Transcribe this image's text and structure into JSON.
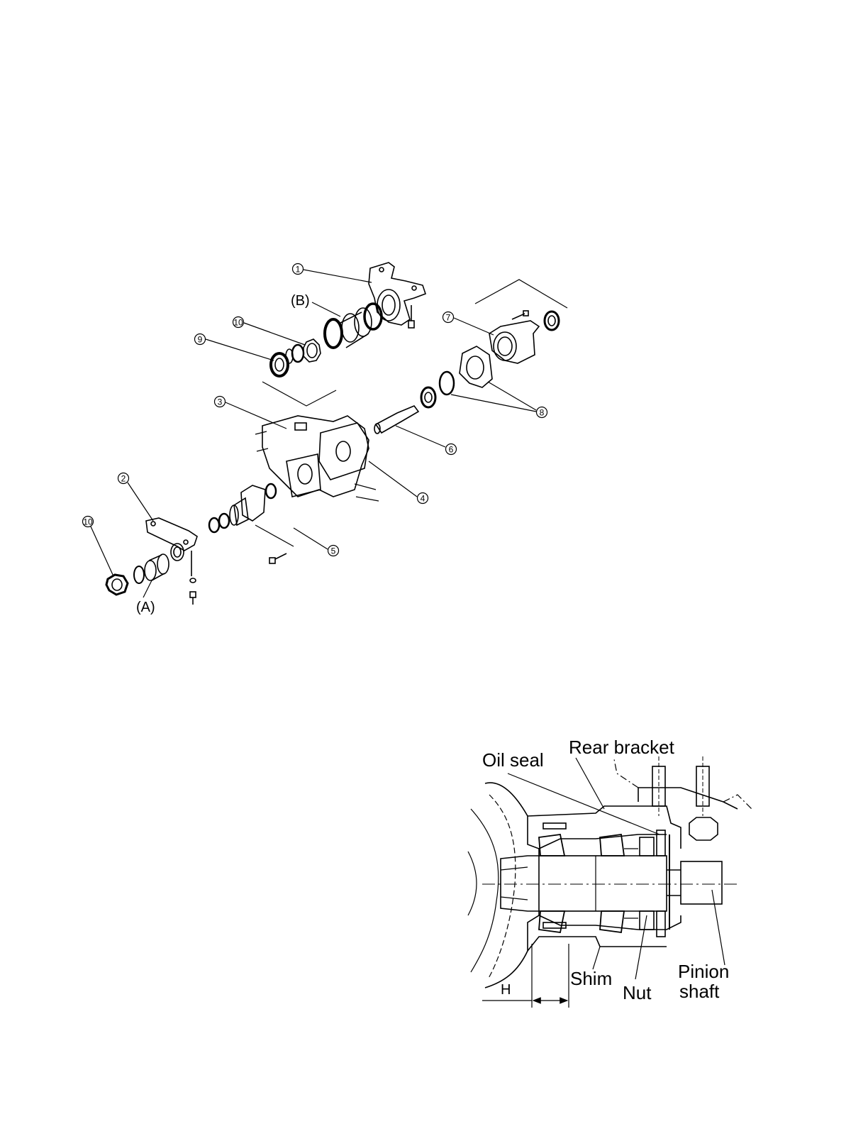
{
  "exploded_view": {
    "callouts": {
      "p1": "1",
      "p2": "2",
      "p3": "3",
      "p4": "4",
      "p5": "5",
      "p6": "6",
      "p7": "7",
      "p8": "8",
      "p9": "9",
      "p10_top": "10",
      "p10_bottom": "10"
    },
    "label_a": "(A)",
    "label_b": "(B)"
  },
  "section_view": {
    "labels": {
      "oil_seal": "Oil seal",
      "rear_bracket": "Rear bracket",
      "shim": "Shim",
      "nut": "Nut",
      "pinion_shaft_line1": "Pinion",
      "pinion_shaft_line2": "shaft",
      "dimension_h": "H"
    }
  },
  "colors": {
    "ink": "#000000",
    "paper": "#ffffff"
  }
}
